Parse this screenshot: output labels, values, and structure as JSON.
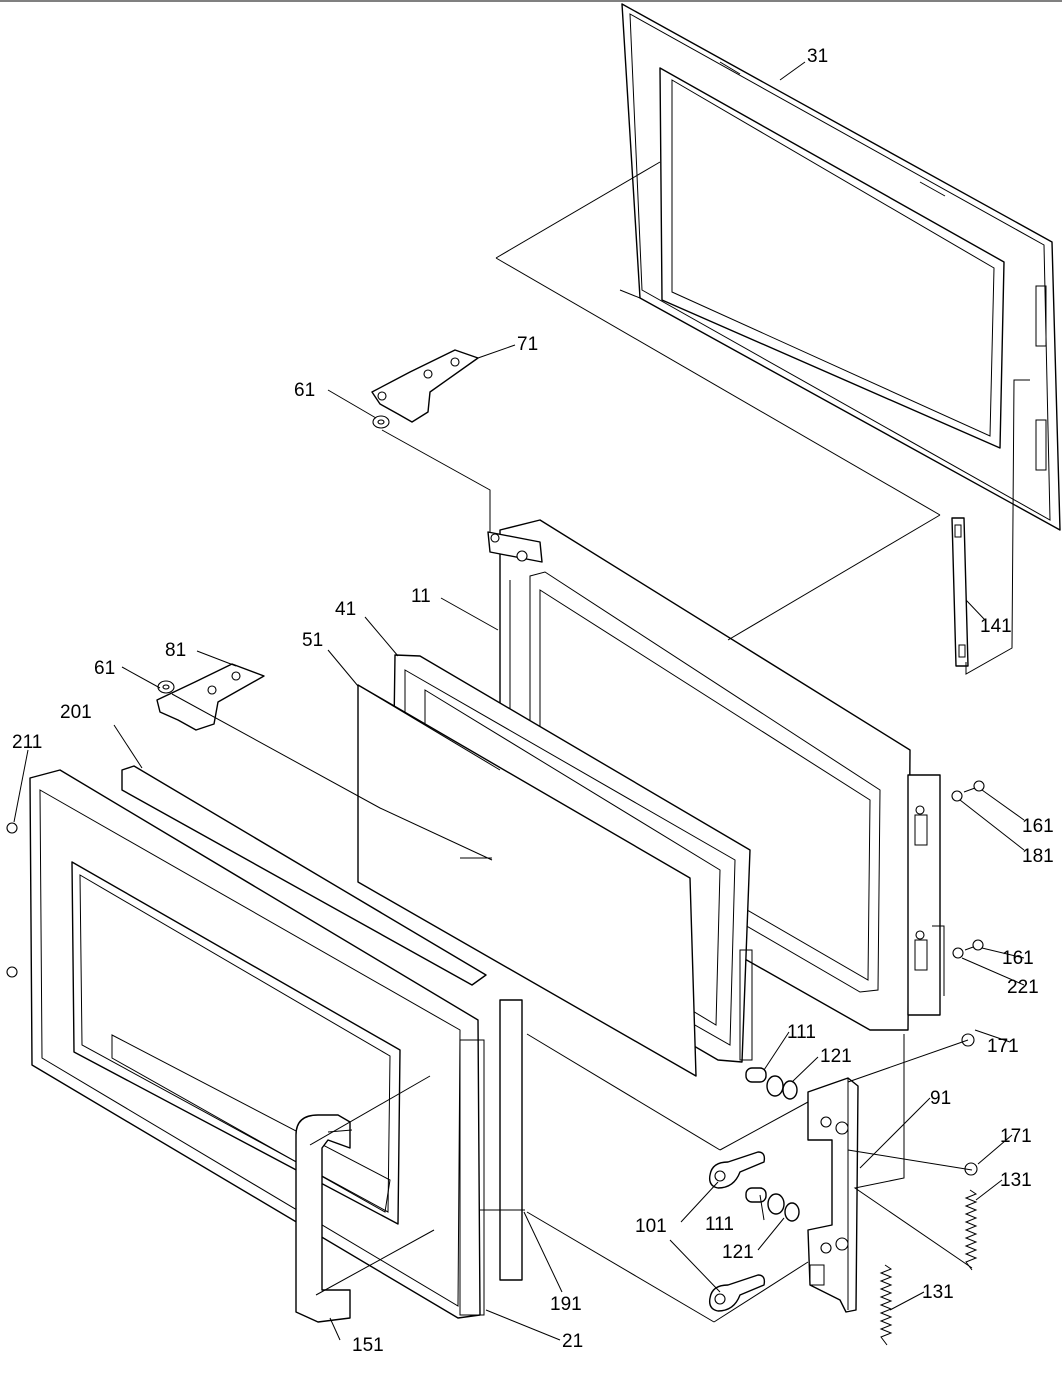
{
  "diagram": {
    "callouts": [
      "31",
      "71",
      "61",
      "11",
      "41",
      "51",
      "81",
      "61",
      "201",
      "211",
      "141",
      "161",
      "181",
      "161",
      "221",
      "171",
      "111",
      "121",
      "91",
      "171",
      "131",
      "101",
      "111",
      "121",
      "131",
      "191",
      "151",
      "21"
    ]
  }
}
